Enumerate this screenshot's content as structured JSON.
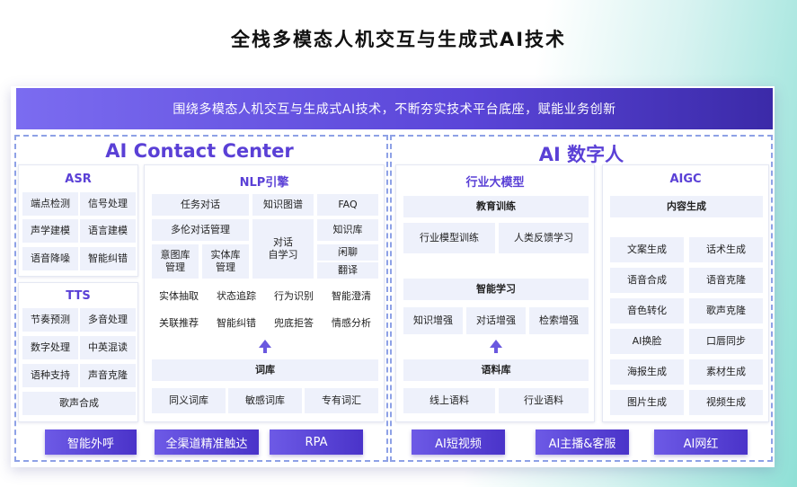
{
  "title": "全栈多模态人机交互与生成式AI技术",
  "banner": "围绕多模态人机交互与生成式AI技术，不断夯实技术平台底座，赋能业务创新",
  "left_section": {
    "title": "AI Contact Center",
    "asr": {
      "title": "ASR",
      "items": [
        "端点检测",
        "信号处理",
        "声学建模",
        "语言建模",
        "语音降噪",
        "智能纠错"
      ]
    },
    "tts": {
      "title": "TTS",
      "items": [
        "节奏预测",
        "多音处理",
        "数字处理",
        "中英混读",
        "语种支持",
        "声音克隆",
        "歌声合成"
      ]
    },
    "nlp": {
      "title": "NLP引擎",
      "top_items": [
        "任务对话",
        "知识图谱",
        "FAQ",
        "多伦对话管理",
        "知识库",
        "意图库\n管理",
        "实体库\n管理",
        "对话\n自学习",
        "闲聊",
        "翻译"
      ],
      "middle_items": [
        "实体抽取",
        "状态追踪",
        "行为识别",
        "智能澄清",
        "关联推荐",
        "智能纠错",
        "兜底拒答",
        "情感分析"
      ],
      "lexicon_title": "词库",
      "lexicon_items": [
        "同义词库",
        "敏感词库",
        "专有词汇"
      ]
    },
    "buttons": [
      "智能外呼",
      "全渠道精准触达",
      "RPA"
    ]
  },
  "right_section": {
    "title": "AI 数字人",
    "llm": {
      "title": "行业大模型",
      "education": {
        "title": "教育训练",
        "items": [
          "行业模型训练",
          "人类反馈学习"
        ]
      },
      "learning": {
        "title": "智能学习",
        "items": [
          "知识增强",
          "对话增强",
          "检索增强"
        ]
      },
      "corpus": {
        "title": "语料库",
        "items": [
          "线上语料",
          "行业语料"
        ]
      }
    },
    "aigc": {
      "title": "AIGC",
      "subtitle": "内容生成",
      "items": [
        "文案生成",
        "话术生成",
        "语音合成",
        "语音克隆",
        "音色转化",
        "歌声克隆",
        "AI换脸",
        "口唇同步",
        "海报生成",
        "素材生成",
        "图片生成",
        "视频生成"
      ]
    },
    "buttons": [
      "AI短视频",
      "AI主播&客服",
      "AI网红"
    ]
  },
  "colors": {
    "accent": "#5a40d6",
    "banner_start": "#7b6cf0",
    "banner_end": "#3b2aa8",
    "cell_bg": "#eef1fb",
    "dash": "#8ea1e6"
  }
}
